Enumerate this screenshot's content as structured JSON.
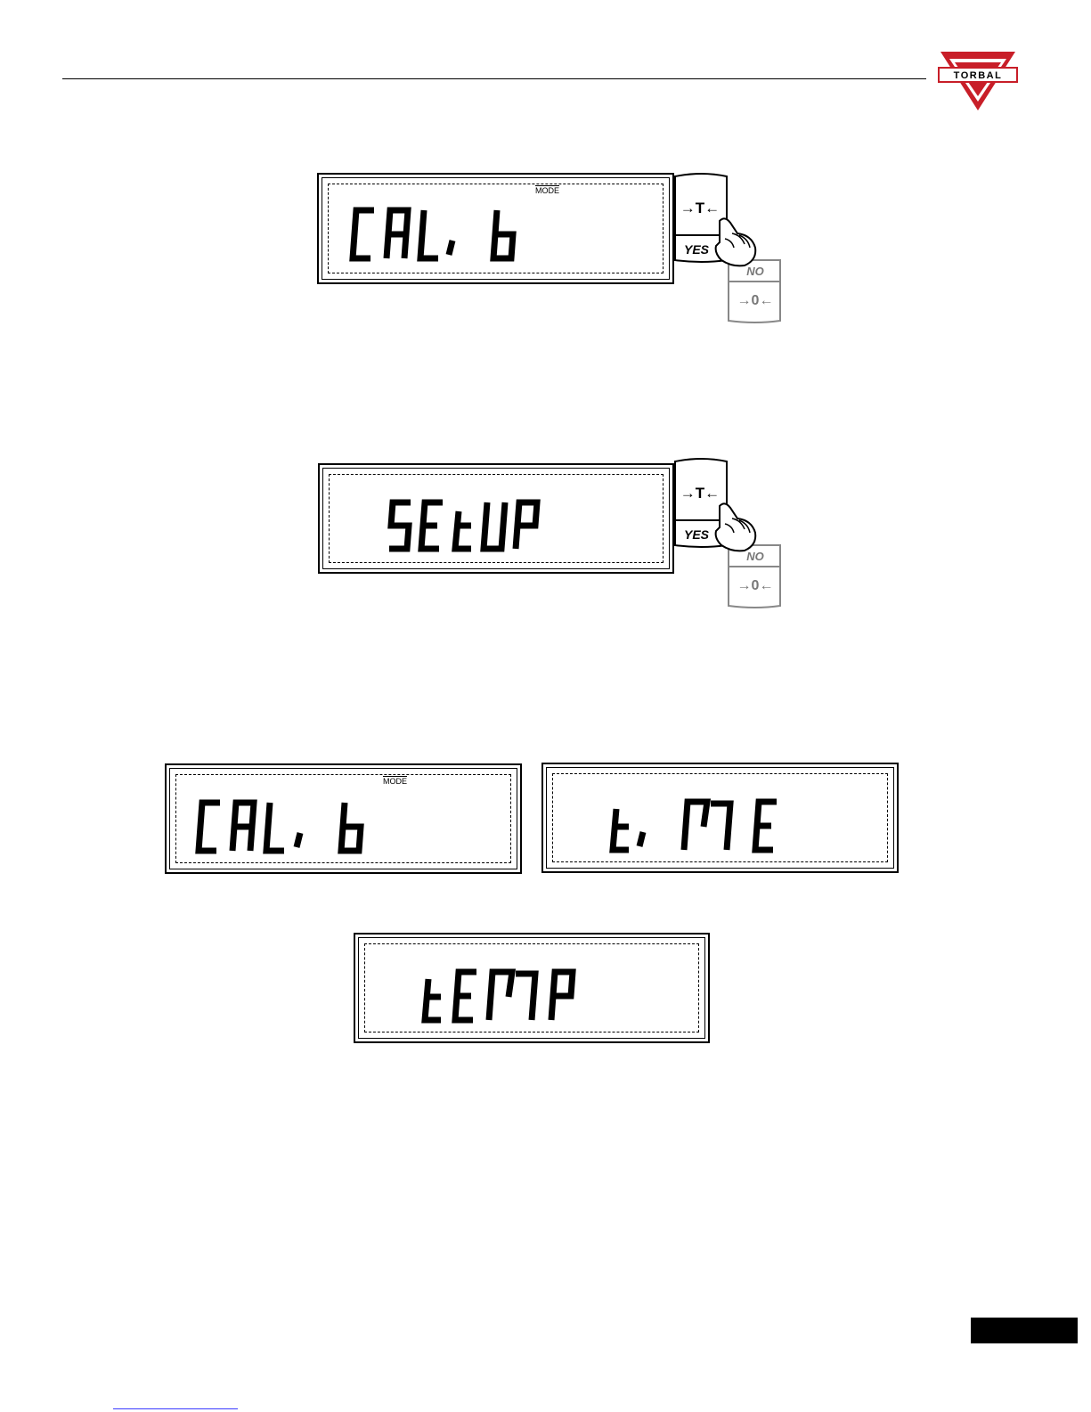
{
  "brand": {
    "logo_text": "TORBAL",
    "red": "#d0202a"
  },
  "displays": [
    {
      "id": "d1",
      "text": "CAL,b",
      "mode_label": "MODE"
    },
    {
      "id": "d2",
      "text": "SEtUP"
    },
    {
      "id": "d3",
      "text": "CAL,b",
      "mode_label": "MODE"
    },
    {
      "id": "d4",
      "text": "t,ME"
    },
    {
      "id": "d5",
      "text": "tEMP"
    }
  ],
  "keypad": {
    "tare_label": "→T←",
    "yes_label": "YES",
    "no_label": "NO",
    "zero_label": "→0←"
  }
}
